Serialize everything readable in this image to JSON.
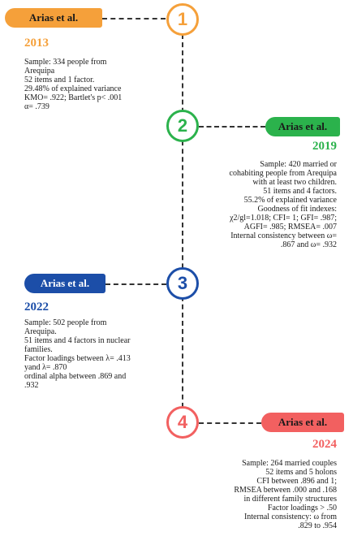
{
  "milestones": [
    {
      "number": "1",
      "label": "Arias et al.",
      "year": "2013",
      "color": "#f5a03a",
      "lines": [
        "Sample: 334 people from",
        "Arequipa",
        "52 items and 1 factor.",
        "29.48% of explained variance",
        "KMO= .922; Bartlet's p< .001",
        "α= .739"
      ]
    },
    {
      "number": "2",
      "label": "Arias et al.",
      "year": "2019",
      "color": "#2bb24c",
      "lines": [
        "Sample: 420 married or",
        "cohabiting people from Arequipa",
        "with at least two children.",
        "51 items and 4 factors.",
        "55.2% of explained variance",
        "Goodness of fit indexes:",
        "χ2/gl=1.018; CFI= 1; GFI= .987;",
        "AGFI= .985; RMSEA= .007",
        "Internal consistency between ω=",
        ".867 and ω= .932"
      ]
    },
    {
      "number": "3",
      "label": "Arias et al.",
      "year": "2022",
      "color": "#1c4ea8",
      "lines": [
        "Sample: 502 people from",
        "Arequipa.",
        "51 items and 4 factors in nuclear",
        "families.",
        "Factor loadings between λ= .413",
        "yand λ= .870",
        "ordinal alpha between .869 and",
        ".932"
      ]
    },
    {
      "number": "4",
      "label": "Arias et al.",
      "year": "2024",
      "color": "#f26060",
      "lines": [
        "Sample: 264 married couples",
        "52 items and 5 holons",
        "CFI between .896 and 1;",
        "RMSEA between .000 and .168",
        "in different family structures",
        "Factor loadings > .50",
        "Internal consistency: ω from",
        ".829 to .954"
      ]
    }
  ]
}
